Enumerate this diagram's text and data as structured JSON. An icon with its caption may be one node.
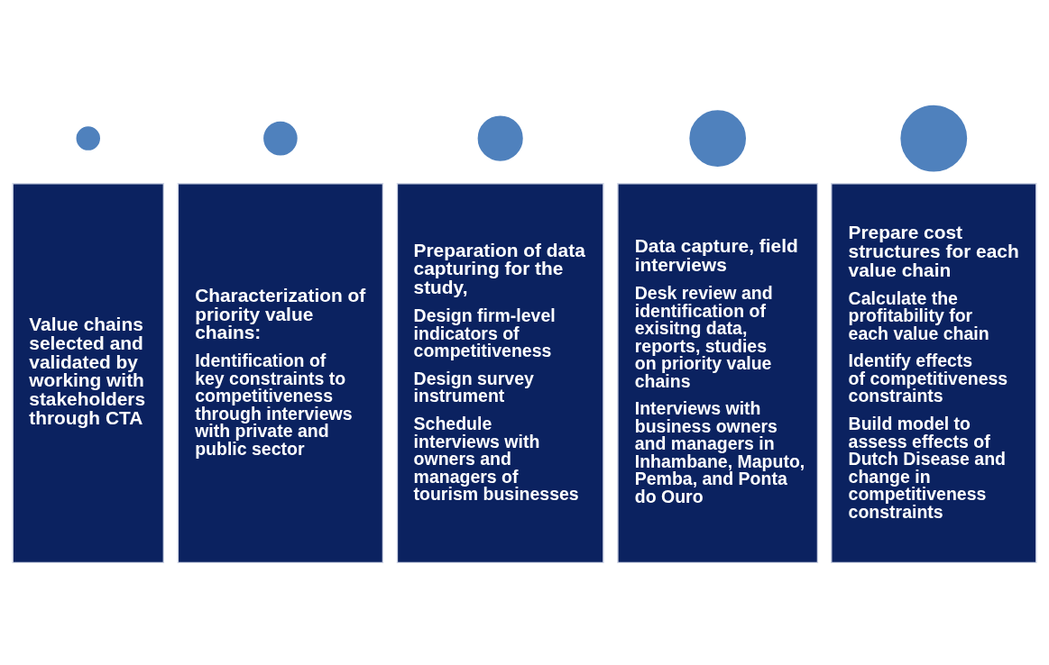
{
  "diagram": {
    "nodes": [
      {
        "text": [],
        "shape": "circle"
      },
      {
        "text": [
          "Value chains selected and validated by working with stakeholders through CTA"
        ]
      },
      {
        "text": [],
        "shape": "circle"
      },
      {
        "text": [
          "Characterization of priority value chains:",
          "Identification of key constraints to competitiveness through interviews with private and public sector"
        ]
      },
      {
        "text": [],
        "shape": "circle"
      },
      {
        "text": [
          "Preparation of data capturing for the study,",
          "Design firm-level indicators of competitiveness",
          "Design survey instrument",
          "Schedule interviews with owners and managers of tourism businesses"
        ]
      },
      {
        "text": [],
        "shape": "circle"
      },
      {
        "text": [
          "Data capture, field interviews",
          "Desk review and identification of exisitng data, reports, studies on priority value chains",
          "Interviews with business owners and managers in Inhambane, Maputo, Pemba, and Ponta do Ouro"
        ]
      },
      {
        "text": [],
        "shape": "circle"
      },
      {
        "text": [
          "Prepare cost structures for each value chain",
          "Calculate the profitability for each value chain",
          "Identify effects of competitiveness constraints",
          "Build model to assess effects of Dutch Disease and change in competitiveness constraints"
        ]
      }
    ],
    "edges": []
  }
}
